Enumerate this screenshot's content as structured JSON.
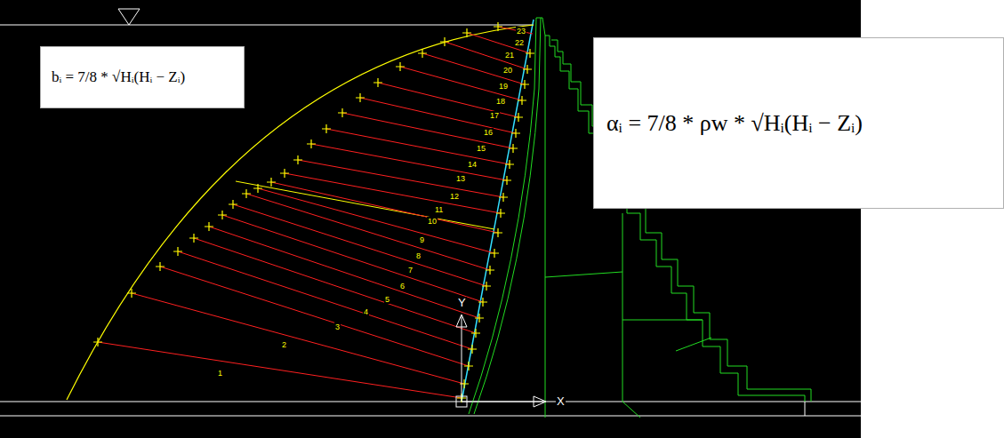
{
  "diagram": {
    "nodes": [
      {
        "text": [
          "bᵢ = 7/8 * √Hᵢ(Hᵢ − Zᵢ)"
        ]
      },
      {
        "text": [
          "αᵢ = 7/8 * ρw * √Hᵢ(Hᵢ − Zᵢ)"
        ]
      }
    ],
    "labels": [
      "1",
      "2",
      "3",
      "4",
      "5",
      "6",
      "7",
      "8",
      "9",
      "10",
      "11",
      "12",
      "13",
      "14",
      "15",
      "16",
      "17",
      "18",
      "19",
      "20",
      "21",
      "22",
      "23",
      "Y",
      "X"
    ]
  }
}
